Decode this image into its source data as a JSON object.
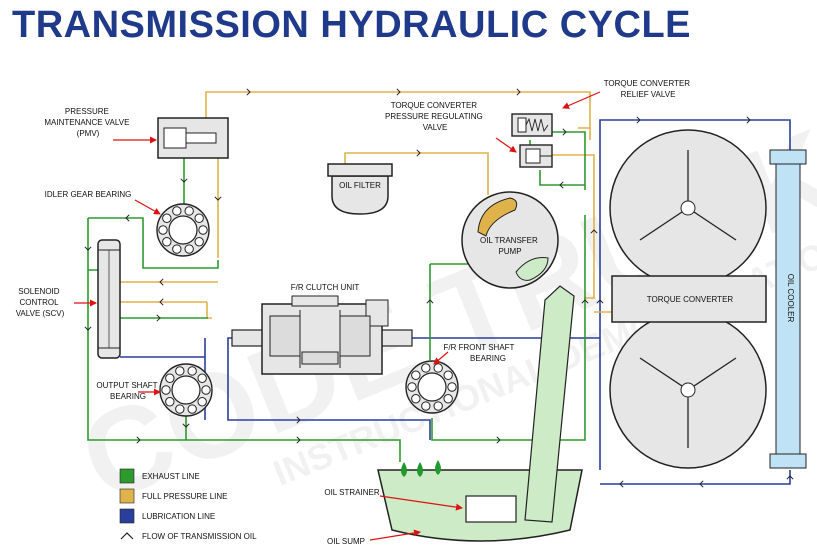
{
  "title": "TRANSMISSION HYDRAULIC CYCLE",
  "watermark": "CODE TRUCK SHOP",
  "watermark_sub": "INSTRUCTIONAL DEMONSTRATION",
  "colors": {
    "exhaust": "#2e9a2e",
    "full_pressure": "#e0b24a",
    "lubrication": "#2a3f9b",
    "component_fill": "#e6e6e6",
    "cooler_fill": "#bfe3f5",
    "sump_fill": "#cdebc7",
    "oil_drop": "#1e9a2e",
    "title": "#1f3a8a"
  },
  "labels": {
    "pmv": [
      "PRESSURE",
      "MAINTENANCE VALVE",
      "(PMV)"
    ],
    "idler": [
      "IDLER GEAR BEARING"
    ],
    "oil_filter": [
      "OIL FILTER"
    ],
    "tc_relief": [
      "TORQUE CONVERTER",
      "RELIEF VALVE"
    ],
    "tc_reg": [
      "TORQUE CONVERTER",
      "PRESSURE REGULATING",
      "VALVE"
    ],
    "pump": [
      "OIL TRANSFER",
      "PUMP"
    ],
    "solenoid": [
      "SOLENOID",
      "CONTROL",
      "VALVE (SCV)"
    ],
    "clutch": [
      "F/R CLUTCH UNIT"
    ],
    "front_bearing": [
      "F/R FRONT SHAFT",
      "BEARING"
    ],
    "output_bearing": [
      "OUTPUT SHAFT",
      "BEARING"
    ],
    "torque_converter": [
      "TORQUE CONVERTER"
    ],
    "oil_cooler": [
      "OIL COOLER"
    ],
    "strainer": [
      "OIL STRAINER"
    ],
    "sump": [
      "OIL SUMP"
    ]
  },
  "legend": [
    {
      "label": "EXHAUST LINE",
      "type": "swatch",
      "color": "#2e9a2e"
    },
    {
      "label": "FULL PRESSURE LINE",
      "type": "swatch",
      "color": "#e0b24a"
    },
    {
      "label": "LUBRICATION LINE",
      "type": "swatch",
      "color": "#2a3f9b"
    },
    {
      "label": "FLOW OF TRANSMISSION OIL",
      "type": "chevron"
    }
  ]
}
